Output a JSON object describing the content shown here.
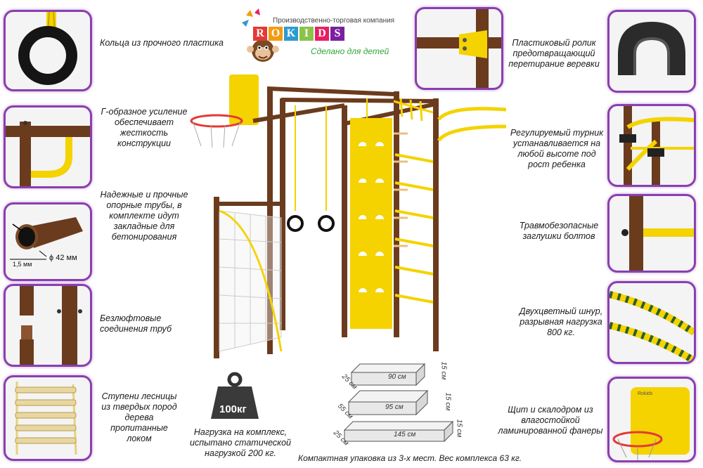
{
  "logo": {
    "tagline": "Производственно-торговая компания",
    "letters": [
      "R",
      "O",
      "K",
      "I",
      "D",
      "S"
    ],
    "letter_colors": [
      "#e53935",
      "#f39c12",
      "#2e9ad0",
      "#8bc34a",
      "#e91e63",
      "#7b1fa2"
    ],
    "slogan": "Сделано для детей"
  },
  "features": {
    "rings": "Кольца из прочного пластика",
    "l_support": "Г-образное усиление обеспечивает жесткость конструкции",
    "pipes": "Надежные и прочные опорные трубы, в комплекте идут закладные для бетонирования",
    "pipe_dim_thickness": "1,5 мм",
    "pipe_dim_diameter": "ϕ 42 мм",
    "joints": "Безлюфтовые соединения труб",
    "ladder": "Ступени лесницы из твердых пород дерева пропитанные локом",
    "roller": "Пластиковый ролик предотвращающий перетирание веревки",
    "pullup": "Регулируемый турник устанавливается на любой высоте под рост ребенка",
    "caps": "Травмобезопасные заглушки болтов",
    "cord": "Двухцветный шнур, разрывная нагрузка 800 кг.",
    "board": "Щит и скалодром из влагостойкой ламинированной фанеры"
  },
  "load": {
    "weight": "100кг",
    "text": "Нагрузка на комплекс, испытано статической нагрузкой 200 кг."
  },
  "packaging": {
    "boxes": [
      {
        "length": "90 см",
        "depth": "25 см",
        "height": "15 см"
      },
      {
        "length": "95 см",
        "depth": "55 см",
        "height": "15 см"
      },
      {
        "length": "145 см",
        "depth": "25 см",
        "height": "15 см"
      }
    ],
    "caption": "Компактная упаковка из 3-х мест. Вес комплекса 63 кг."
  },
  "board_brand": "Rokids",
  "colors": {
    "frame": "#6b3b1e",
    "accent": "#f4d300",
    "border": "#8a3fb0"
  }
}
